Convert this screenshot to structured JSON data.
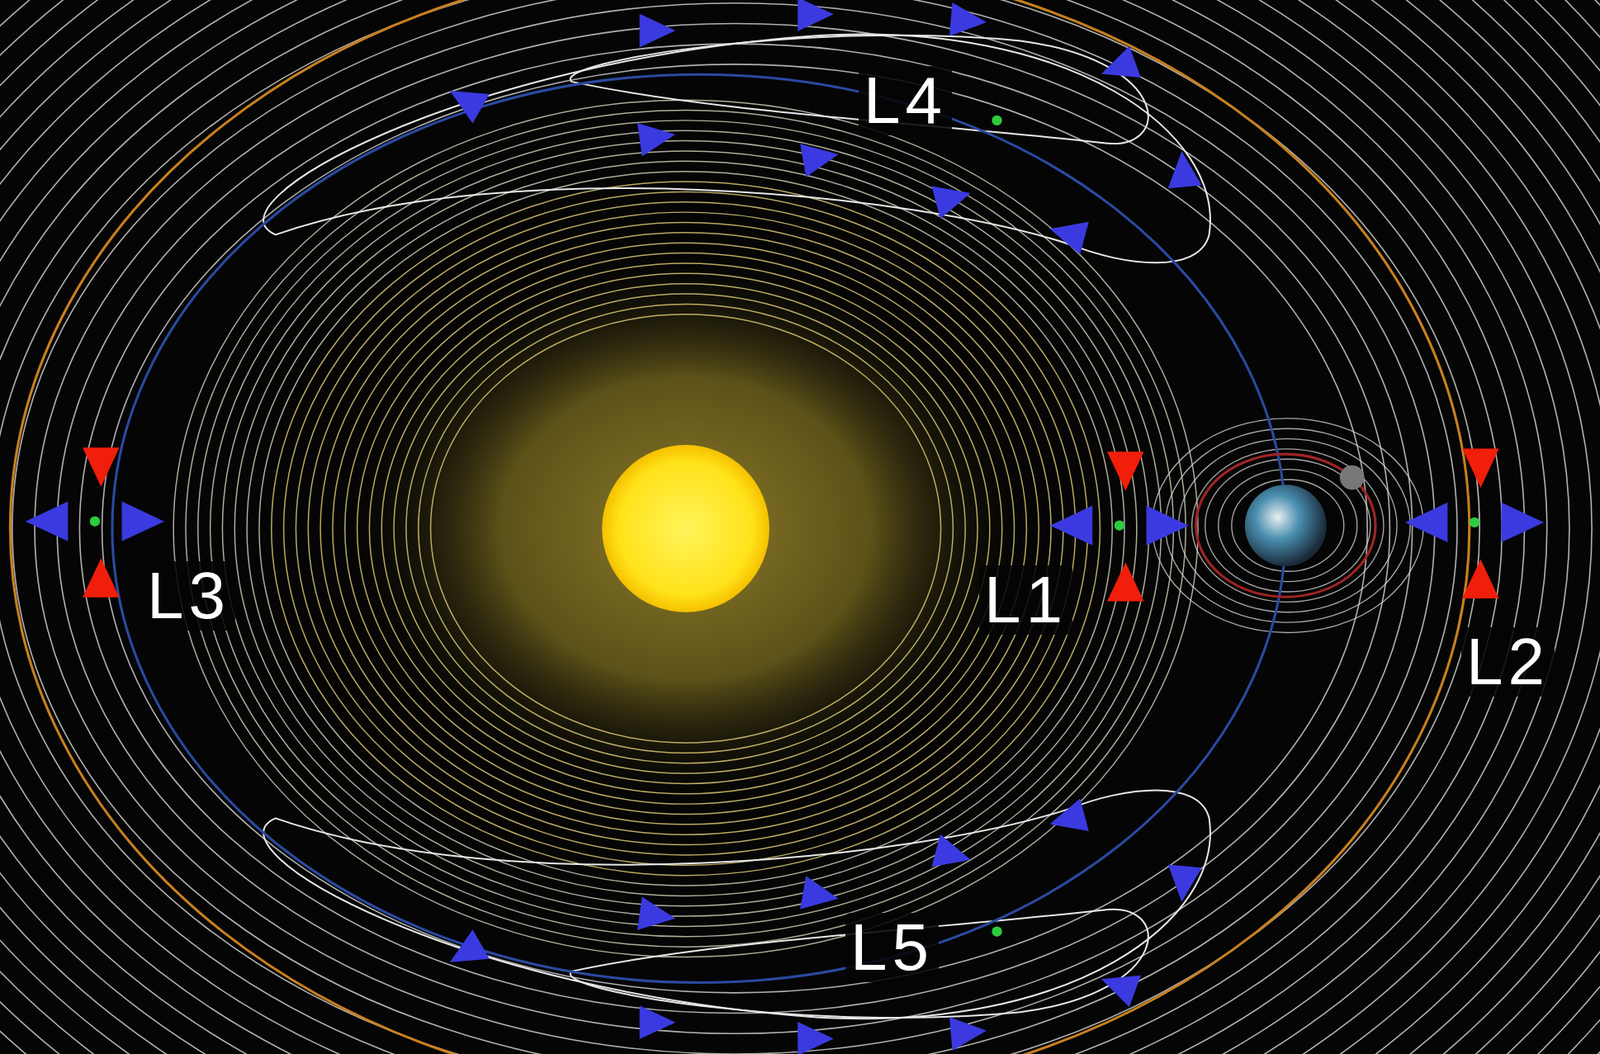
{
  "diagram": {
    "labels": [
      "L4",
      "L1",
      "L2",
      "L3",
      "L5"
    ]
  }
}
